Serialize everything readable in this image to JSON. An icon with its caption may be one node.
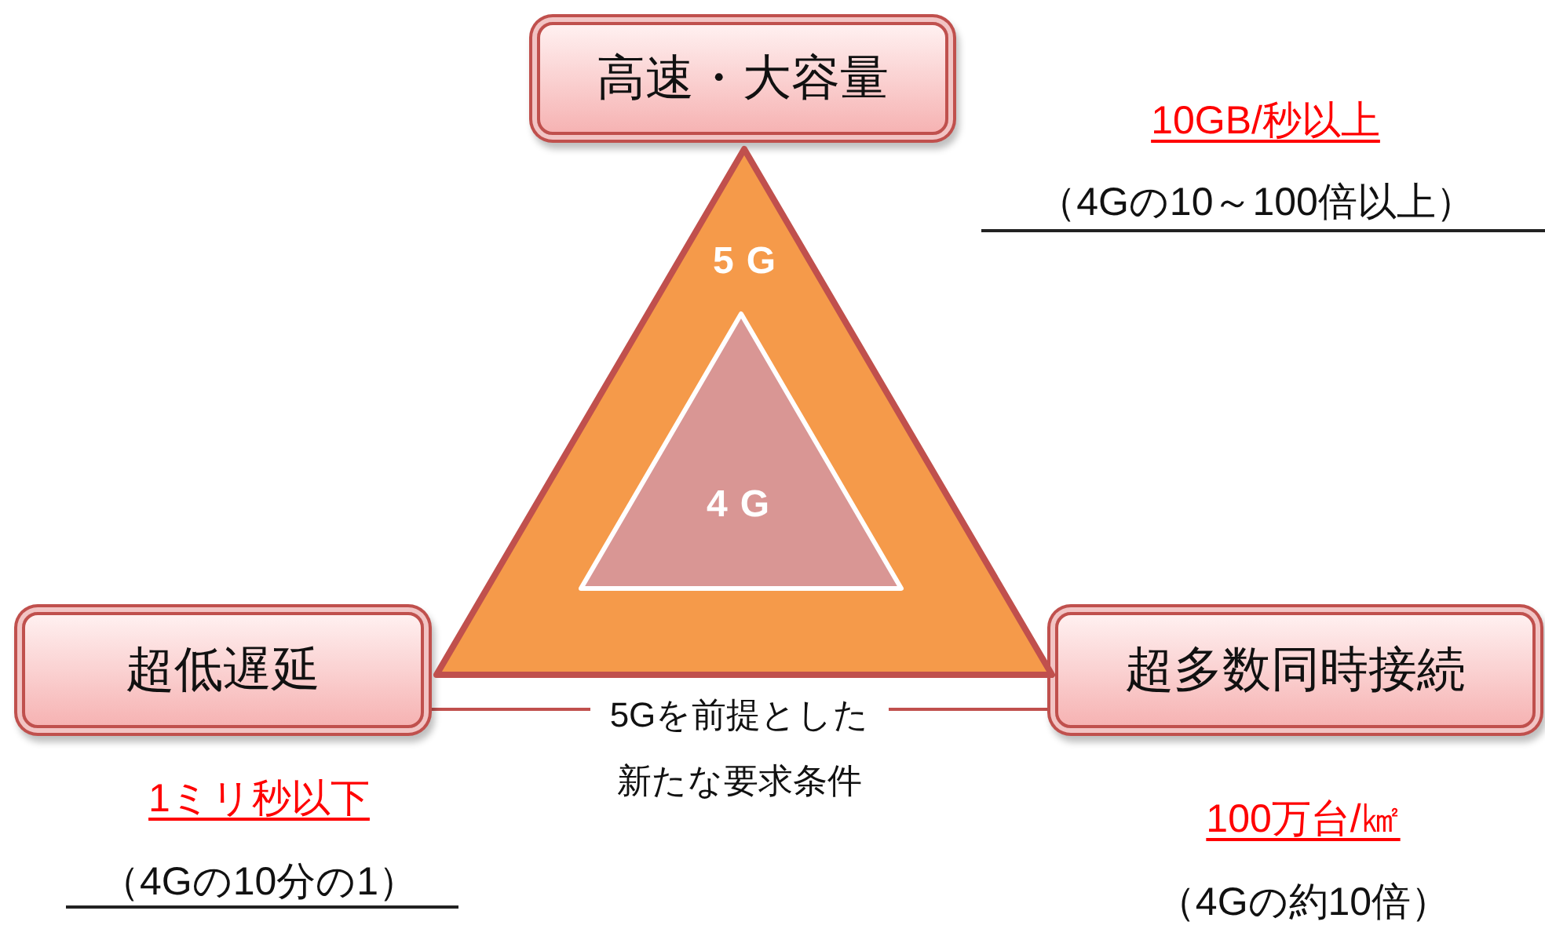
{
  "diagram": {
    "nodes": [
      {
        "text": [
          "高速・大容量"
        ]
      },
      {
        "text": [
          "超低遅延"
        ]
      },
      {
        "text": [
          "超多数同時接続"
        ]
      },
      {
        "text": [
          "5G"
        ]
      },
      {
        "text": [
          "4G"
        ],
        "in": 3
      }
    ],
    "edges": [
      {
        "from": 1,
        "to": 2,
        "arrow": "none",
        "label": "5Gを前提とした新たな要求条件"
      }
    ],
    "labels": [
      "10GB/秒以上",
      "（4Gの10～100倍以上）",
      "1ミリ秒以下",
      "（4Gの10分の1）",
      "100万台/㎢",
      "（4Gの約10倍）"
    ]
  }
}
